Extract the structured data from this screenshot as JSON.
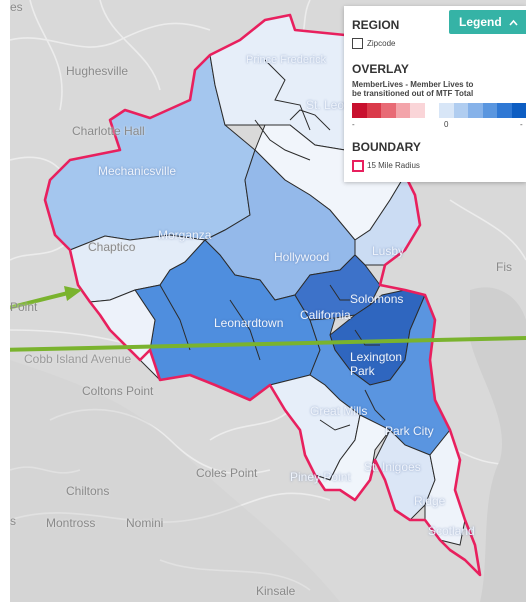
{
  "map": {
    "place_labels": {
      "hughesville": "Hughesville",
      "charlotte_hall": "Charlotte Hall",
      "mechanicsville": "Mechanicsville",
      "prince_frederick": "Prince Frederick",
      "st_leonard": "St. Leonard",
      "lusby": "Lusby",
      "hollywood": "Hollywood",
      "chaptico": "Chaptico",
      "morganza": "Morganza",
      "point": "Point",
      "leonardtown": "Leonardtown",
      "california": "California",
      "solomons": "Solomons",
      "cobb_island_avenue": "Cobb Island Avenue",
      "lexington_park": "Lexington Park",
      "coltons_point": "Coltons Point",
      "fishing": "Fis",
      "coles_point": "Coles Point",
      "piney_point": "Piney Point",
      "great_mills": "Great Mills",
      "park_city": "Park City",
      "st_inigoes": "St. Inigoes",
      "chiltons": "Chiltons",
      "ridge": "Ridge",
      "scotland": "Scotland",
      "montross": "Montross",
      "nomini": "Nomini",
      "kinsale": "Kinsale",
      "edge_s": "s",
      "edge_es": "es"
    }
  },
  "legend": {
    "toggle_label": "Legend",
    "region_heading": "REGION",
    "region_item": "Zipcode",
    "overlay_heading": "OVERLAY",
    "overlay_desc_line1": "MemberLives - Member Lives to",
    "overlay_desc_line2": "be transitioned out of MTF Total",
    "ramp_min_label": "-",
    "ramp_mid_label": "0",
    "ramp_max_label": "-",
    "boundary_heading": "BOUNDARY",
    "boundary_item": "15 Mile Radius",
    "ramp_colors": [
      "#c8102e",
      "#da3a4a",
      "#e86a75",
      "#f3a4aa",
      "#fad5d8",
      "#ffffff",
      "#d8e6f7",
      "#b0cdf0",
      "#86b2e9",
      "#5a96df",
      "#2f78d4",
      "#0d5dc2"
    ]
  },
  "colors": {
    "boundary": "#e8205e",
    "arrow": "#7ab32e",
    "zip_border": "#2c2c2c"
  }
}
